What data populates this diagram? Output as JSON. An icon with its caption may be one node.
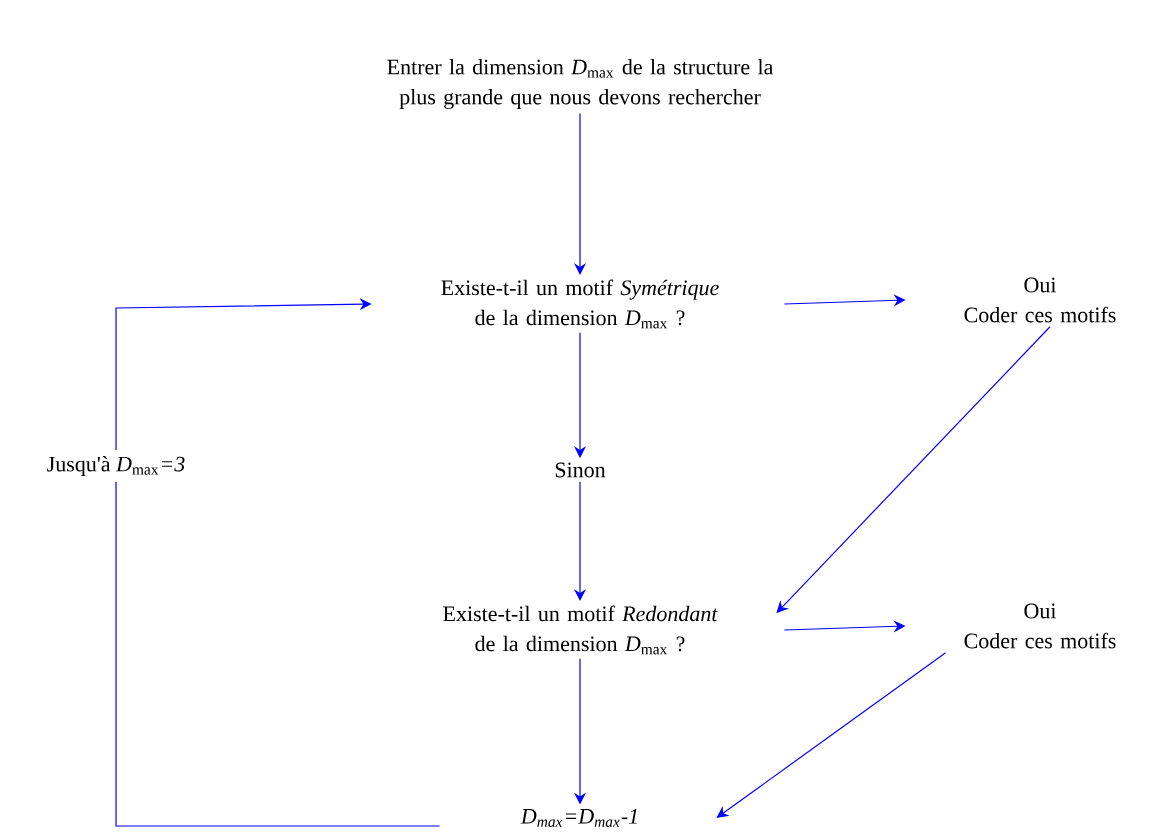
{
  "diagram": {
    "nodes": [
      {
        "text": [
          "Entrer la dimension *D*$_{max}$ de la structure la plus grande que nous devons rechercher"
        ]
      },
      {
        "text": [
          "Existe-t-il un motif *Symétrique* de la dimension *D*$_{max}$ ?"
        ]
      },
      {
        "text": [
          "Oui",
          "Coder ces motifs"
        ]
      },
      {
        "text": [
          "Sinon"
        ]
      },
      {
        "text": [
          "Existe-t-il un motif *Redondant* de la dimension *D*$_{max}$ ?"
        ]
      },
      {
        "text": [
          "Oui",
          "Coder ces motifs"
        ]
      },
      {
        "text": [
          "D$_{max}$=D$_{max}$-1"
        ]
      }
    ],
    "edges": [
      {
        "from": 0,
        "to": 1,
        "arrow": "to"
      },
      {
        "from": 1,
        "to": 2,
        "arrow": "to"
      },
      {
        "from": 1,
        "to": 3,
        "arrow": "to"
      },
      {
        "from": 3,
        "to": 4,
        "arrow": "to"
      },
      {
        "from": 2,
        "to": 4,
        "arrow": "to"
      },
      {
        "from": 4,
        "to": 5,
        "arrow": "to"
      },
      {
        "from": 4,
        "to": 6,
        "arrow": "to"
      },
      {
        "from": 5,
        "to": 6,
        "arrow": "to"
      },
      {
        "from": 6,
        "to": 1,
        "arrow": "to",
        "label": "Jusqu'à *D*$_{max}$*=3*"
      }
    ]
  }
}
